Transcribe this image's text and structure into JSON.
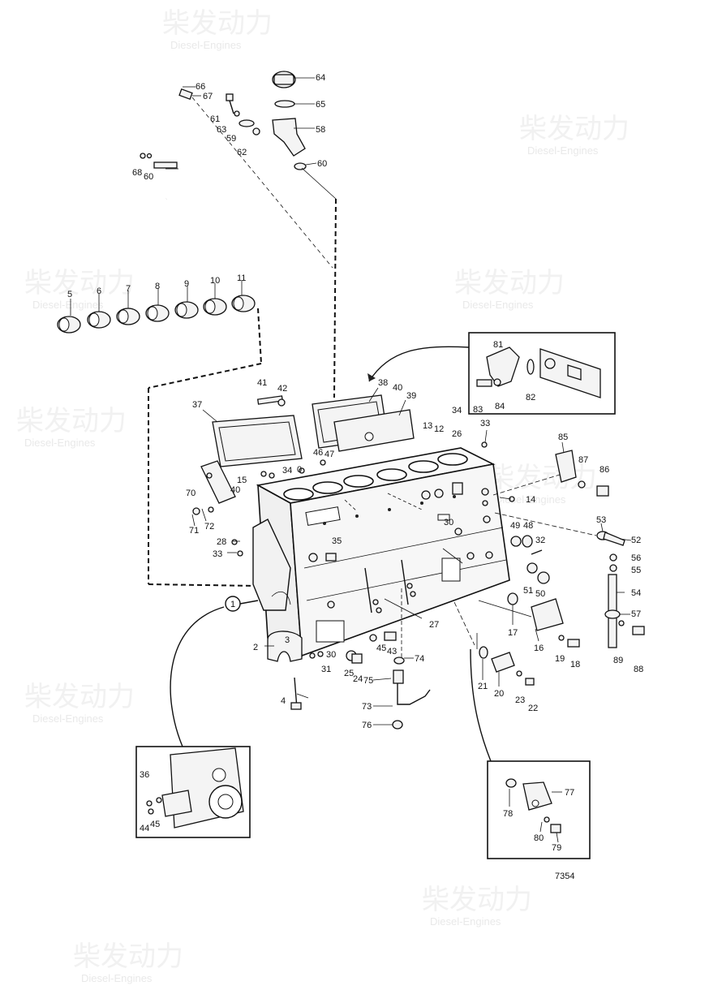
{
  "watermark": {
    "brand": "柴发动力",
    "sub": "Diesel-Engines"
  },
  "drawing_number": "7354",
  "callouts": {
    "c64": "64",
    "c65": "65",
    "c58": "58",
    "c60a": "60",
    "c59": "59",
    "c62": "62",
    "c61": "61",
    "c63": "63",
    "c66": "66",
    "c67": "67",
    "c68": "68",
    "c60b": "60",
    "c5": "5",
    "c6": "6",
    "c7": "7",
    "c8": "8",
    "c9": "9",
    "c10": "10",
    "c11": "11",
    "c81": "81",
    "c83": "83",
    "c84": "84",
    "c82": "82",
    "c41": "41",
    "c42": "42",
    "c37": "37",
    "c38": "38",
    "c40a": "40",
    "c39": "39",
    "c34a": "34",
    "c33a": "33",
    "c13": "13",
    "c12": "12",
    "c26": "26",
    "c46": "46",
    "c47": "47",
    "c15": "15",
    "c40b": "40",
    "c34b": "34",
    "c0": "0",
    "c70": "70",
    "c71": "71",
    "c72": "72",
    "c85": "85",
    "c87": "87",
    "c86": "86",
    "c14": "14",
    "c53": "53",
    "c52": "52",
    "c56": "56",
    "c55": "55",
    "c54": "54",
    "c57": "57",
    "c89": "89",
    "c88": "88",
    "c49": "49",
    "c48": "48",
    "c30a": "30",
    "c32": "32",
    "c35": "35",
    "c28": "28",
    "c33b": "33",
    "c51": "51",
    "c50": "50",
    "c1": "1",
    "c27": "27",
    "c17": "17",
    "c16": "16",
    "c19": "19",
    "c18": "18",
    "c2": "2",
    "c3": "3",
    "c30b": "30",
    "c31": "31",
    "c45a": "45",
    "c43": "43",
    "c25": "25",
    "c24": "24",
    "c74": "74",
    "c75": "75",
    "c4": "4",
    "c73": "73",
    "c76": "76",
    "c21": "21",
    "c20": "20",
    "c23": "23",
    "c22": "22",
    "c36": "36",
    "c44": "44",
    "c45b": "45",
    "c77": "77",
    "c78": "78",
    "c80": "80",
    "c79": "79"
  }
}
